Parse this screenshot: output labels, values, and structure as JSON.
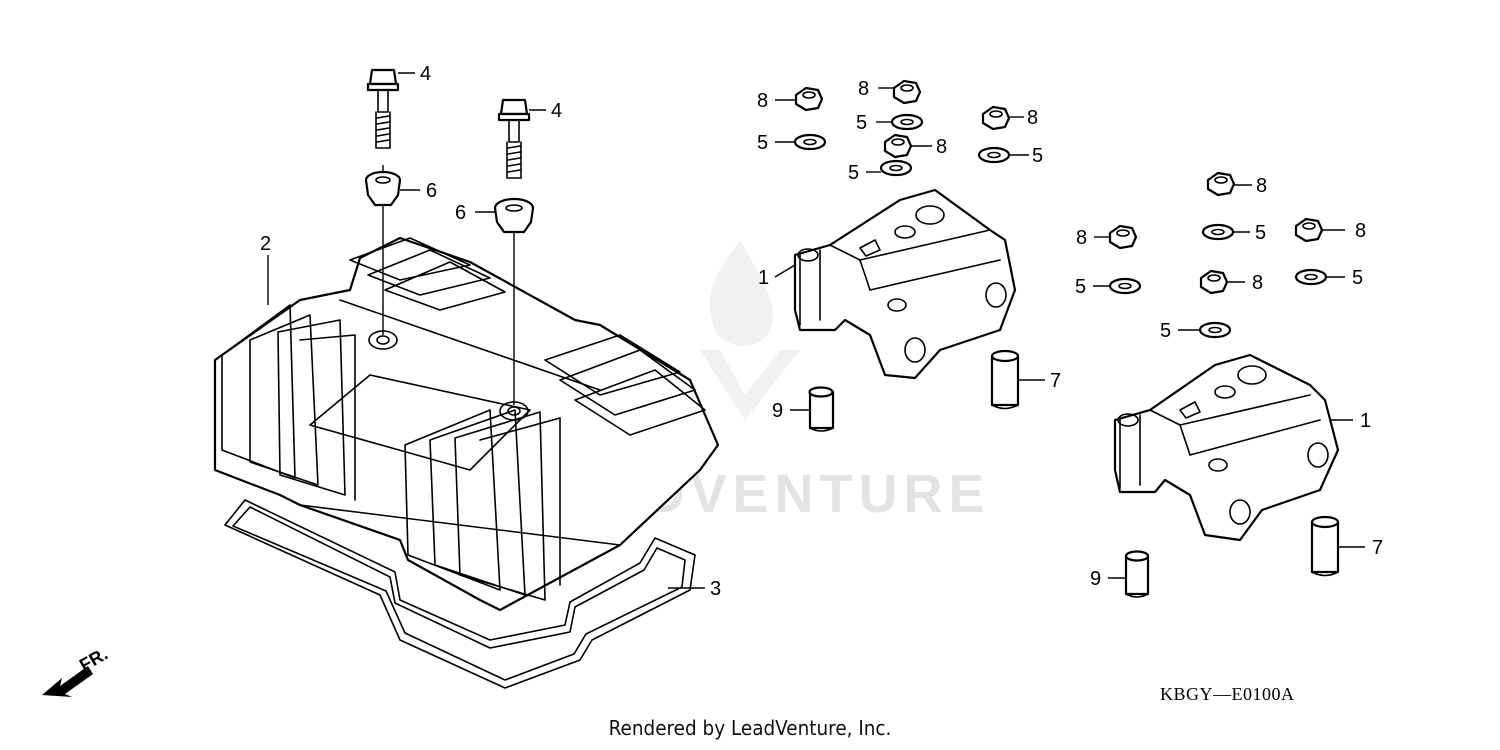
{
  "diagram": {
    "drawing_code": "KBGY—E0100A",
    "direction_marker": "FR.",
    "watermark": "LEADVENTURE",
    "footer": "Rendered by LeadVenture, Inc.",
    "callouts": {
      "c1a": "1",
      "c1b": "1",
      "c2": "2",
      "c3": "3",
      "c4a": "4",
      "c4b": "4",
      "c5a": "5",
      "c5b": "5",
      "c5c": "5",
      "c5d": "5",
      "c5e": "5",
      "c5f": "5",
      "c5g": "5",
      "c5h": "5",
      "c6a": "6",
      "c6b": "6",
      "c7a": "7",
      "c7b": "7",
      "c8a": "8",
      "c8b": "8",
      "c8c": "8",
      "c8d": "8",
      "c8e": "8",
      "c8f": "8",
      "c8g": "8",
      "c9a": "9",
      "c9b": "9"
    }
  }
}
